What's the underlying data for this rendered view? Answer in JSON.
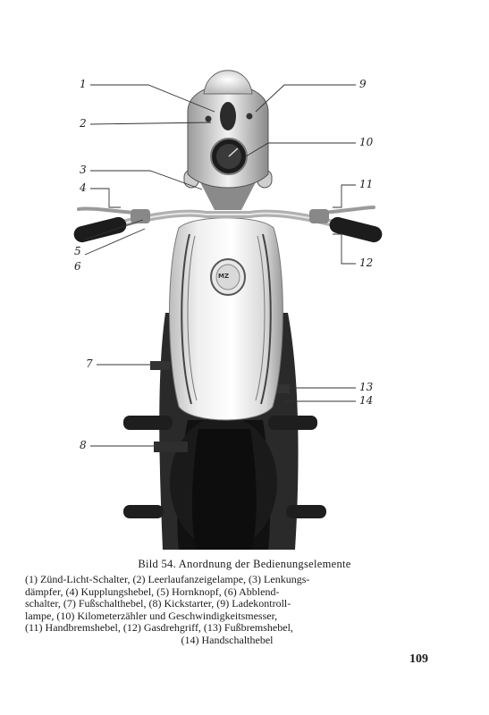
{
  "figure": {
    "callouts": [
      "1",
      "2",
      "3",
      "4",
      "5",
      "6",
      "7",
      "8",
      "9",
      "10",
      "11",
      "12",
      "13",
      "14"
    ],
    "tank_emblem": "MZ"
  },
  "caption": {
    "title": "Bild 54. Anordnung der Bedienungselemente",
    "lines": [
      "(1) Zünd-Licht-Schalter, (2) Leerlaufanzeigelampe, (3) Lenkungs-",
      "dämpfer, (4) Kupplungshebel, (5) Hornknopf, (6) Abblend-",
      "schalter, (7) Fußschalthebel, (8) Kickstarter, (9) Ladekontroll-",
      "lampe, (10) Kilometerzähler und Geschwindigkeitsmesser,",
      "(11) Handbremshebel, (12) Gasdrehgriff, (13) Fußbremshebel,",
      "(14) Handschalthebel"
    ]
  },
  "page_number": "109"
}
